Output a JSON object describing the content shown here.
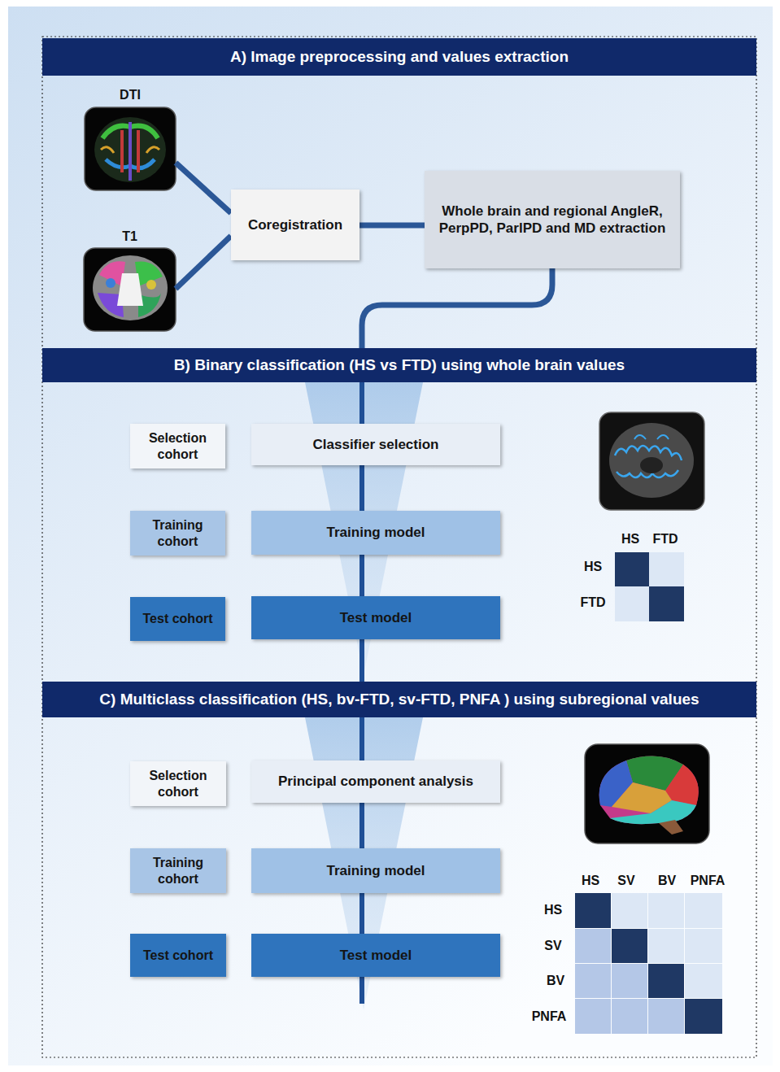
{
  "diagram": {
    "nodes": [
      {
        "text": [
          "A) Image preprocessing and values extraction"
        ]
      },
      {
        "text": [
          "DTI"
        ]
      },
      {
        "text": [
          "T1"
        ]
      },
      {
        "text": [
          "Coregistration"
        ]
      },
      {
        "text": [
          "Whole brain and regional AngleR, PerpPD, ParlPD and MD extraction"
        ]
      },
      {
        "text": [
          "B) Binary classification (HS vs FTD) using whole brain values"
        ]
      },
      {
        "text": [
          "Selection cohort"
        ]
      },
      {
        "text": [
          "Classifier selection"
        ]
      },
      {
        "text": [
          "Training cohort"
        ]
      },
      {
        "text": [
          "Training model"
        ]
      },
      {
        "text": [
          "Test cohort"
        ]
      },
      {
        "text": [
          "Test model"
        ]
      },
      {
        "text": [
          "C) Multiclass classification (HS, bv-FTD, sv-FTD, PNFA ) using subregional values"
        ]
      },
      {
        "text": [
          "Selection cohort"
        ]
      },
      {
        "text": [
          "Principal component analysis"
        ]
      },
      {
        "text": [
          "Training cohort"
        ]
      },
      {
        "text": [
          "Training model"
        ]
      },
      {
        "text": [
          "Test cohort"
        ]
      },
      {
        "text": [
          "Test model"
        ]
      }
    ],
    "edges": [
      {
        "from": 1,
        "to": 3,
        "arrow": "none"
      },
      {
        "from": 2,
        "to": 3,
        "arrow": "none"
      },
      {
        "from": 3,
        "to": 4,
        "arrow": "none"
      },
      {
        "from": 4,
        "to": 5,
        "arrow": "none"
      },
      {
        "from": 5,
        "to": 7,
        "arrow": "none"
      },
      {
        "from": 7,
        "to": 9,
        "arrow": "none"
      },
      {
        "from": 9,
        "to": 11,
        "arrow": "none"
      },
      {
        "from": 11,
        "to": 12,
        "arrow": "none"
      },
      {
        "from": 12,
        "to": 14,
        "arrow": "none"
      },
      {
        "from": 14,
        "to": 16,
        "arrow": "none"
      },
      {
        "from": 16,
        "to": 18,
        "arrow": "none"
      }
    ],
    "labels": [
      "HS",
      "FTD",
      "HS",
      "FTD",
      "HS",
      "SV",
      "BV",
      "PNFA",
      "HS",
      "SV",
      "BV",
      "PNFA"
    ]
  }
}
